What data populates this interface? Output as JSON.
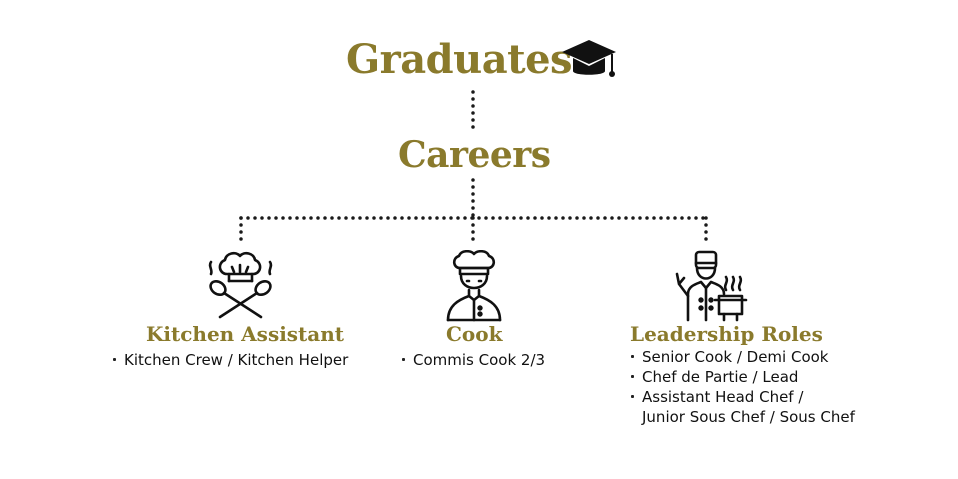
{
  "header": {
    "graduates": "Graduates",
    "careers": "Careers"
  },
  "icons": {
    "cap": "graduation-cap-icon",
    "assistant": "crossed-spoons-chef-hat-icon",
    "cook": "cook-icon",
    "leader": "chef-with-pot-icon"
  },
  "roles": [
    {
      "title": "Kitchen Assistant",
      "items": [
        "Kitchen Crew / Kitchen Helper"
      ]
    },
    {
      "title": "Cook",
      "items": [
        "Commis Cook 2/3"
      ]
    },
    {
      "title": "Leadership Roles",
      "items": [
        "Senior Cook / Demi Cook",
        "Chef de Partie / Lead",
        "Assistant Head Chef /",
        "Junior Sous Chef / Sous Chef"
      ]
    }
  ],
  "colors": {
    "accent": "#8a7a2c",
    "text": "#111111"
  }
}
